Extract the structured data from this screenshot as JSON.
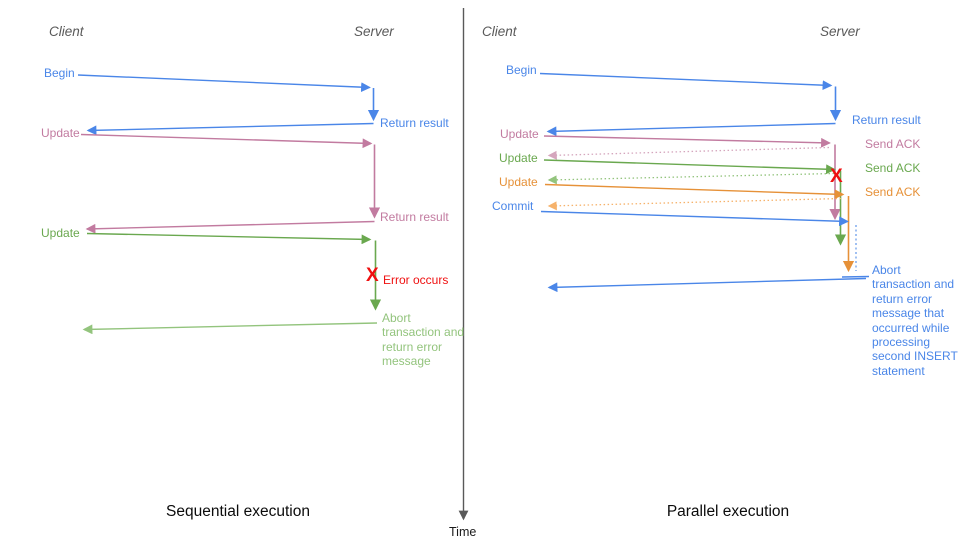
{
  "colors": {
    "blue": "#4a86e8",
    "pink": "#c27ba0",
    "green": "#6aa84f",
    "light_green": "#93c47d",
    "orange": "#e69138",
    "light_orange": "#f6b26b",
    "light_pink": "#d5a6bd",
    "light_blue": "#6d9eeb",
    "red": "#ef1010",
    "axis_gray": "#595959"
  },
  "time_axis_label": "Time",
  "left_panel": {
    "title": "Sequential execution",
    "client_header": "Client",
    "server_header": "Server",
    "begin_label": "Begin",
    "return_result_1_label": "Return result",
    "update_1_label": "Update",
    "return_result_2_label": "Return result",
    "update_2_label": "Update",
    "error_marker": "X",
    "error_label": "Error occurs",
    "abort_label": "Abort transaction and return error message"
  },
  "right_panel": {
    "title": "Parallel execution",
    "client_header": "Client",
    "server_header": "Server",
    "begin_label": "Begin",
    "return_result_label": "Return result",
    "update_1_label": "Update",
    "send_ack_1_label": "Send ACK",
    "update_2_label": "Update",
    "send_ack_2_label": "Send ACK",
    "update_3_label": "Update",
    "send_ack_3_label": "Send ACK",
    "commit_label": "Commit",
    "error_marker": "X",
    "abort_label": "Abort transaction and return error message that occurred while processing second INSERT statement"
  }
}
